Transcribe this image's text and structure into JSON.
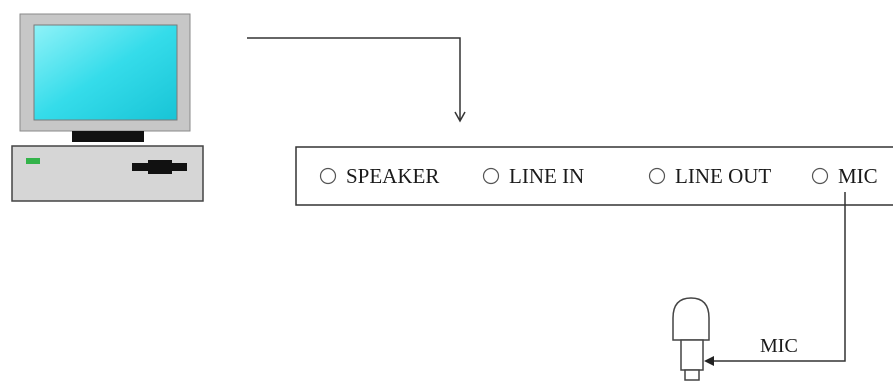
{
  "ports": [
    {
      "label": "SPEAKER"
    },
    {
      "label": "LINE IN"
    },
    {
      "label": "LINE OUT"
    },
    {
      "label": "MIC"
    }
  ],
  "connection_label": "MIC",
  "colors": {
    "screen": "#35dcea",
    "monitor_frame": "#c7c7c7",
    "stand": "#111111",
    "case": "#d6d6d6",
    "led": "#33b34a",
    "line": "#333333"
  }
}
